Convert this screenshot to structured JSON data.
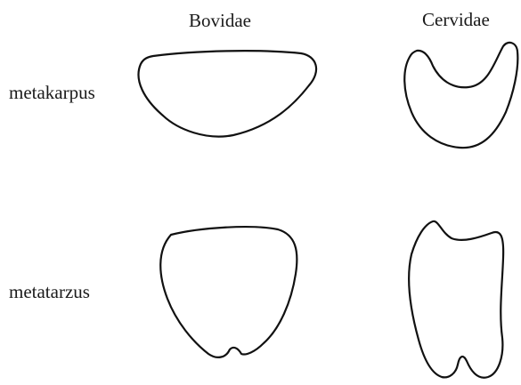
{
  "columns": {
    "bovidae": "Bovidae",
    "cervidae": "Cervidae"
  },
  "rows": {
    "metakarpus": "metakarpus",
    "metatarzus": "metatarzus"
  },
  "colors": {
    "outline": "#111111",
    "background": "#ffffff"
  }
}
